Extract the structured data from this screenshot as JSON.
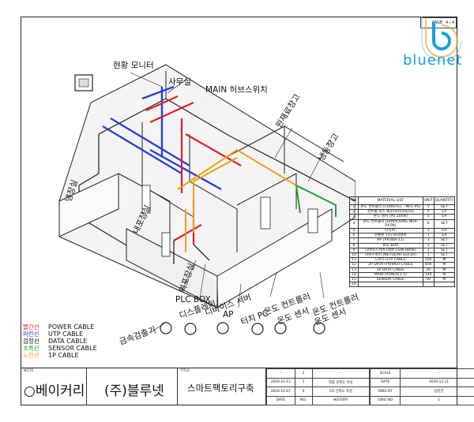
{
  "header": {
    "page_label": "PAGE",
    "page_value": "4 / 4",
    "brand": "bluenet"
  },
  "callouts": {
    "monitor": "현황 모니터",
    "office": "사무실",
    "main_hub": "MAIN 허브스위치",
    "raw_storage": "원재료창고",
    "cold_storage": "냉동창고",
    "freezer": "냉장실",
    "prep": "내포장실",
    "outer_pack": "외포장실",
    "plc_box": "PLC BOX",
    "display": "디스플레이",
    "device_monitor": "디바이스 서버",
    "ap": "AP",
    "touch_pc": "터치 PC",
    "temp_controller_1": "온도 컨트롤러",
    "temp_sensor_1": "온도 센서",
    "temp_controller_2": "온도 컨트롤러",
    "temp_sensor_2": "온도 센서",
    "metal_detector": "금속검출기"
  },
  "legend": [
    {
      "tag": "빨간선",
      "label": "POWER CABLE",
      "color": "#e0202a"
    },
    {
      "tag": "파란선",
      "label": "UTP CABLE",
      "color": "#2a3fd8"
    },
    {
      "tag": "검정선",
      "label": "DATA CABLE",
      "color": "#111111"
    },
    {
      "tag": "초록선",
      "label": "SENSOR CABLE",
      "color": "#28a02c"
    },
    {
      "tag": "노란선",
      "label": "1P CABLE",
      "color": "#f0a010"
    }
  ],
  "material": {
    "headers": [
      "NO",
      "MATERIAL LIST",
      "UNIT",
      "QUANTITY"
    ],
    "rows": [
      [
        "1",
        "온도 컨트롤러 [CONOTEC - NFC-PS]",
        "5",
        "SET"
      ],
      [
        "2",
        "컨트롤 박스 W25xH25xD10",
        "5",
        "EA"
      ],
      [
        "3",
        "온도 센서 [PS-200N]",
        "5",
        "EA"
      ],
      [
        "4",
        "온도 컨트롤러 [HANYOUNG NUX-PX7N]",
        "6",
        "SET"
      ],
      [
        "5",
        "터치PC",
        "1",
        "EA"
      ],
      [
        "6",
        "현황판 TV+브라켓트",
        "1",
        "EA"
      ],
      [
        "7",
        "AP [ARUBA-11]",
        "3",
        "SET"
      ],
      [
        "8",
        "PLC BOX",
        "1",
        "SET"
      ],
      [
        "9",
        "디바이스서버 [넷센 CSW-H85K]",
        "1",
        "SET"
      ],
      [
        "10",
        "허브스위치 [NETGEAR GS116]",
        "1",
        "SET"
      ],
      [
        "11",
        "CAT5 UTP CABLE",
        "500",
        "M"
      ],
      [
        "12",
        "2P DATA+POWER CABLE",
        "400",
        "M"
      ],
      [
        "13",
        "1P DATA CABLE",
        "20",
        "M"
      ],
      [
        "14",
        "MAIN POWER(1.5)",
        "140",
        "M"
      ],
      [
        "15",
        "SENSOR CABLE",
        "50",
        "M"
      ],
      [
        "16",
        "",
        "",
        ""
      ]
    ]
  },
  "title_block": {
    "note_label": "NOTE",
    "client": "○베이커리",
    "company": "(주)블루넷",
    "title_label": "TITLE",
    "project": "스마트팩토리구축",
    "history": [
      [
        "-",
        "2",
        "-"
      ],
      [
        "2020-12-11",
        "1",
        "최종 건축도 작성"
      ],
      [
        "2020-12-07",
        "0",
        "1차 건축도 작성"
      ],
      [
        "DATE",
        "NO.",
        "HISTORY"
      ]
    ],
    "meta": [
      [
        "SCALE",
        "-"
      ],
      [
        "DATE",
        "2020-12-11"
      ],
      [
        "DWG BY",
        "김민찬"
      ],
      [
        "DWG NO",
        "1"
      ]
    ]
  }
}
